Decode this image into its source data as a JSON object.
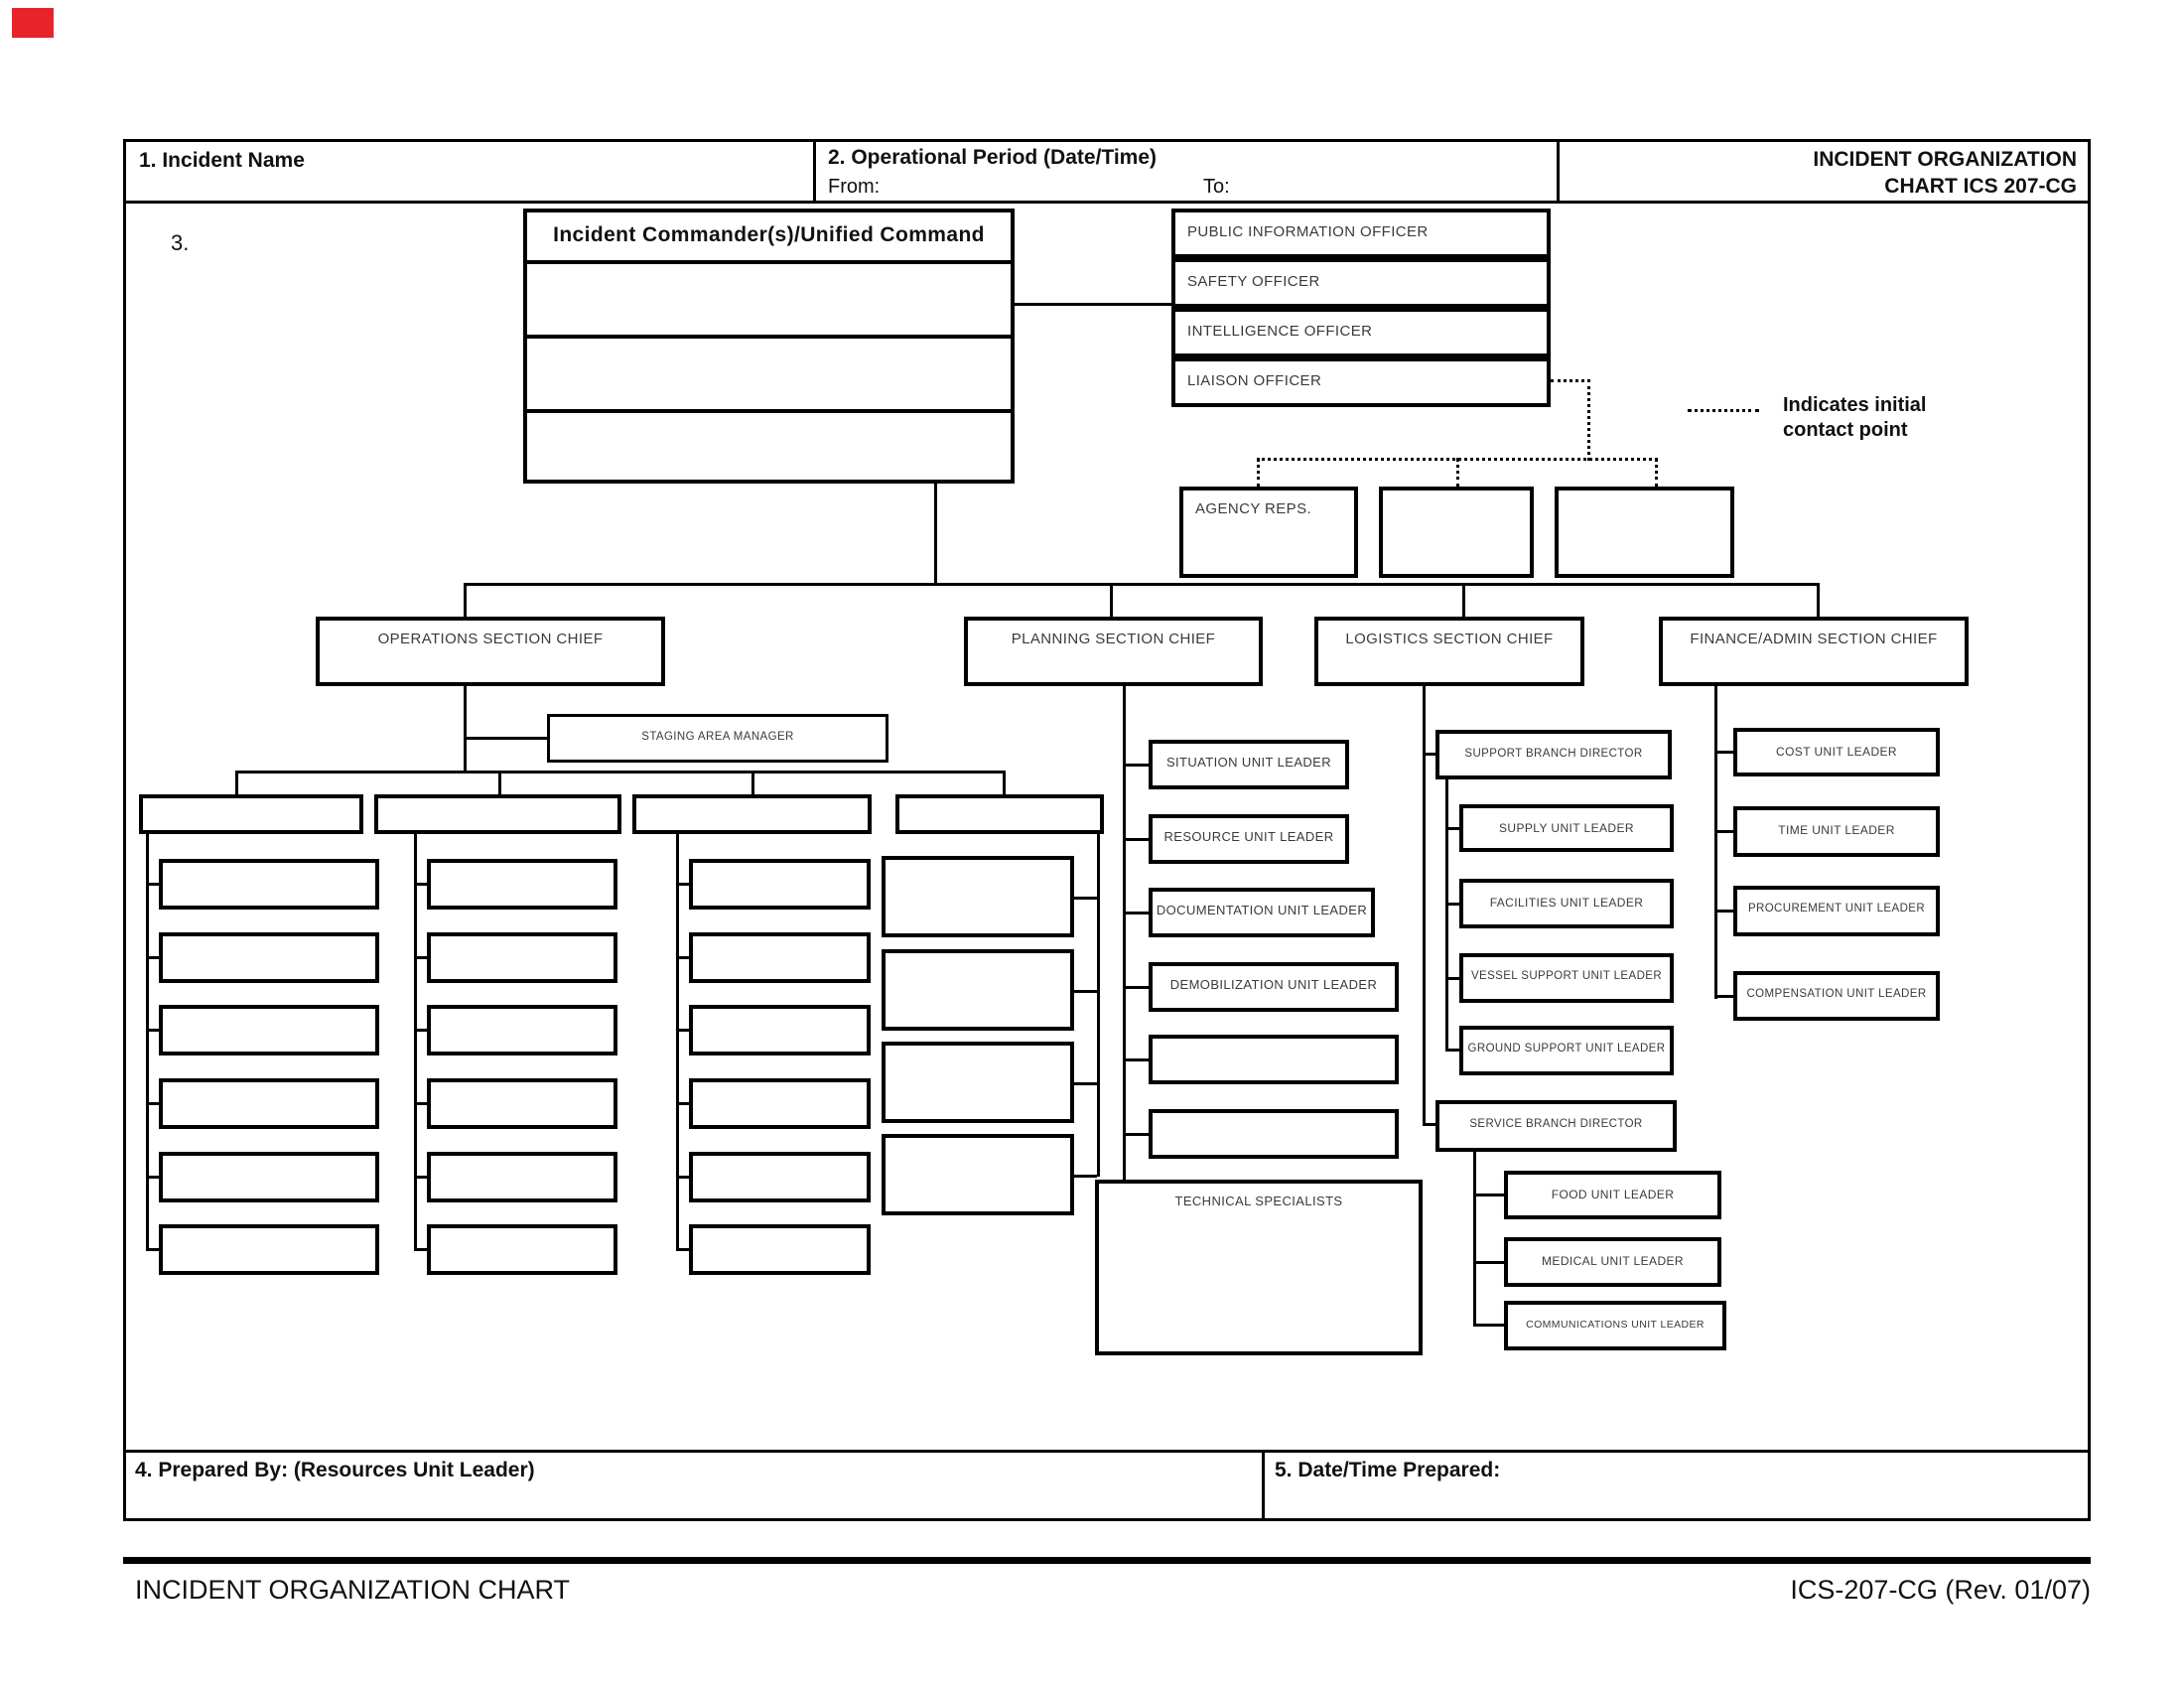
{
  "colors": {
    "line": "#000000",
    "corner_mark": "#e8232a",
    "paper": "#ffffff"
  },
  "form": {
    "incident_name_label": "1. Incident Name",
    "operational_period_label": "2. Operational Period (Date/Time)",
    "from_label": "From:",
    "to_label": "To:",
    "title_line1": "INCIDENT ORGANIZATION",
    "title_line2": "CHART ICS 207-CG",
    "section3_label": "3.",
    "prepared_by_label": "4.  Prepared By: (Resources Unit Leader)",
    "datetime_prepared_label": "5.  Date/Time Prepared:"
  },
  "legend": {
    "line1": "Indicates initial",
    "line2": "contact point"
  },
  "footer": {
    "left": "INCIDENT ORGANIZATION CHART",
    "right": "ICS-207-CG (Rev. 01/07)"
  },
  "chart": {
    "command": {
      "title": "Incident Commander(s)/Unified Command"
    },
    "officers": [
      "PUBLIC INFORMATION OFFICER",
      "SAFETY OFFICER",
      "INTELLIGENCE OFFICER",
      "LIAISON OFFICER"
    ],
    "agency": {
      "label": "AGENCY REPS."
    },
    "operations": {
      "label": "OPERATIONS SECTION CHIEF",
      "staging": "STAGING AREA MANAGER"
    },
    "planning": {
      "label": "PLANNING SECTION CHIEF",
      "units": [
        "SITUATION UNIT LEADER",
        "RESOURCE UNIT LEADER",
        "DOCUMENTATION UNIT LEADER",
        "DEMOBILIZATION UNIT LEADER"
      ],
      "tech": "TECHNICAL SPECIALISTS"
    },
    "logistics": {
      "label": "LOGISTICS SECTION CHIEF",
      "support": {
        "label": "SUPPORT BRANCH DIRECTOR",
        "units": [
          "SUPPLY UNIT LEADER",
          "FACILITIES UNIT LEADER",
          "VESSEL SUPPORT UNIT LEADER",
          "GROUND SUPPORT UNIT LEADER"
        ]
      },
      "service": {
        "label": "SERVICE BRANCH DIRECTOR",
        "units": [
          "FOOD UNIT LEADER",
          "MEDICAL UNIT LEADER",
          "COMMUNICATIONS UNIT LEADER"
        ]
      }
    },
    "finance": {
      "label": "FINANCE/ADMIN SECTION CHIEF",
      "units": [
        "COST UNIT LEADER",
        "TIME UNIT LEADER",
        "PROCUREMENT UNIT LEADER",
        "COMPENSATION UNIT LEADER"
      ]
    }
  }
}
